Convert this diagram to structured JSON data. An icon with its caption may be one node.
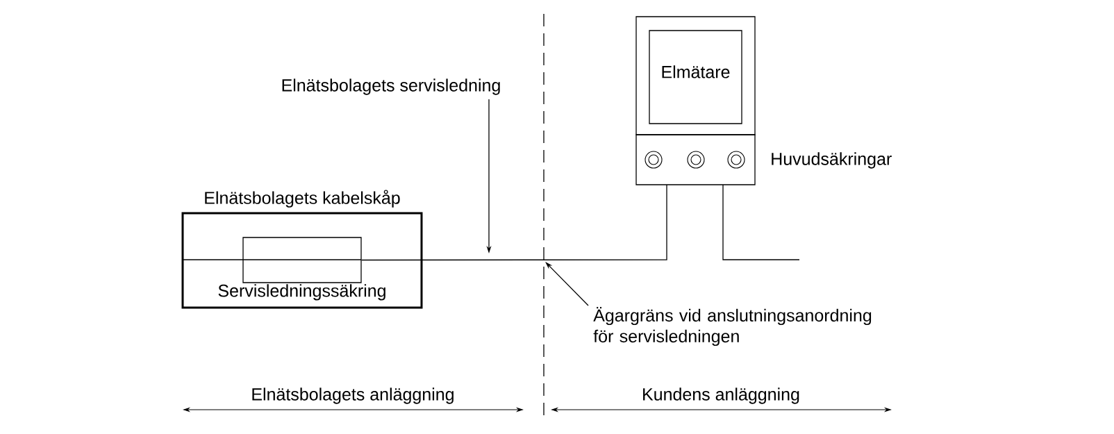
{
  "diagram": {
    "nodes": [
      {
        "text": [
          "Elnätsbolagets kabelskåp"
        ]
      },
      {
        "text": [
          "Servisledningssäkring"
        ],
        "in": 0
      },
      {
        "text": [],
        "shape": "box"
      },
      {
        "text": [
          "Elmätare"
        ],
        "in": 2
      },
      {
        "text": [],
        "shape": "box",
        "beside": [
          "Huvudsäkringar"
        ]
      },
      {
        "text": [
          "Elnätsbolagets servisledning"
        ]
      },
      {
        "text": [
          "Ägargräns vid anslutningsanordning för servisledningen"
        ]
      }
    ],
    "edges": [
      {
        "from": 1,
        "to": 4,
        "arrow": "none"
      },
      {
        "from": 4,
        "to": null,
        "arrow": "none"
      },
      {
        "from": 5,
        "to": null,
        "arrow": "to"
      },
      {
        "from": 6,
        "to": null,
        "arrow": "to"
      }
    ],
    "labels": [
      "Elnätsbolagets anläggning",
      "Kundens anläggning"
    ]
  }
}
